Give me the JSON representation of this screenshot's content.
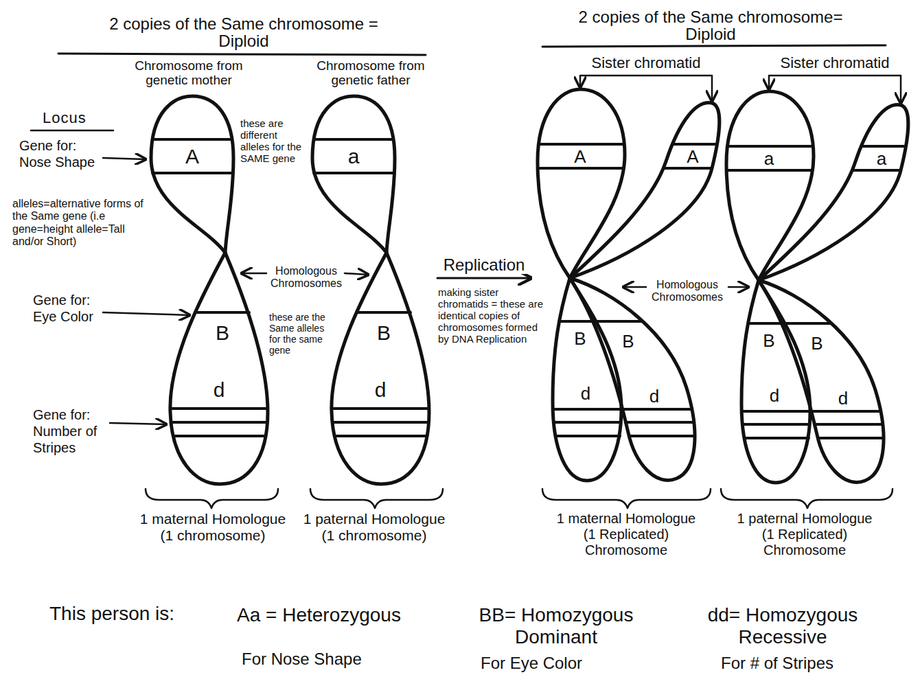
{
  "diagram": {
    "nodes": [
      {
        "text": [
          "A",
          "B",
          "d"
        ]
      },
      {
        "text": [
          "a",
          "B",
          "d"
        ]
      },
      {
        "text": [
          "A",
          "A",
          "B",
          "B",
          "d",
          "d"
        ]
      },
      {
        "text": [
          "a",
          "a",
          "B",
          "B",
          "d",
          "d"
        ]
      }
    ],
    "edges": [
      {
        "from": 1,
        "to": 2,
        "label": "Replication",
        "arrow": "to"
      }
    ],
    "labels": [
      "2 copies of the Same chromosome = Diploid",
      "2 copies of the Same chromosome= Diploid",
      "Chromosome from genetic mother",
      "Chromosome from genetic father",
      "Sister chromatid",
      "Sister chromatid",
      "Locus",
      "Gene for: Nose Shape",
      "these are different alleles for the SAME gene",
      "alleles=alternative forms of the Same gene (i.e gene=height allele=Tall and/or Short)",
      "Homologous Chromosomes",
      "Gene for: Eye Color",
      "these are the Same alleles for the same gene",
      "making sister chromatids = these are identical copies of chromosomes formed by DNA Replication",
      "Homologous Chromosomes",
      "Gene for: Number of Stripes",
      "1 maternal Homologue (1 chromosome)",
      "1 paternal Homologue (1 chromosome)",
      "1 maternal Homologue (1 Replicated) Chromosome",
      "1 paternal Homologue (1 Replicated) Chromosome",
      "This person is:",
      "Aa = Heterozygous",
      "For Nose Shape",
      "BB= Homozygous Dominant",
      "For Eye Color",
      "dd= Homozygous Recessive",
      "For # of Stripes"
    ]
  }
}
